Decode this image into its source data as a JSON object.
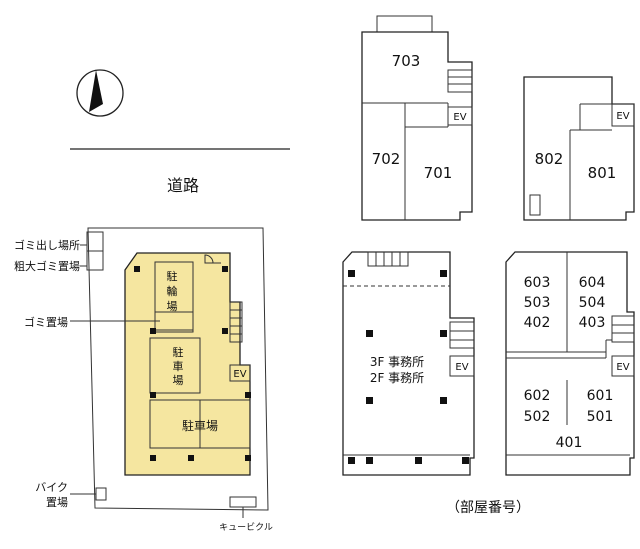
{
  "compass": {
    "label": ""
  },
  "site": {
    "road_label": "道路",
    "trash_out_label": "ゴミ出し場所",
    "bulky_trash_label": "粗大ゴミ置場",
    "trash_label": "ゴミ置場",
    "bike_label_1": "バイク",
    "bike_label_2": "置場",
    "cubicle_label": "キュービクル",
    "bicycle_parking": [
      "駐",
      "輪",
      "場"
    ],
    "parking_small": [
      "駐",
      "車",
      "場"
    ],
    "parking_large": "駐車場",
    "ev_label": "EV"
  },
  "floors": {
    "floor7": {
      "units": [
        "703",
        "702",
        "701"
      ],
      "ev": "EV"
    },
    "floor8": {
      "units": [
        "802",
        "801"
      ],
      "ev": "EV"
    },
    "floor23": {
      "offices": [
        "3F 事務所",
        "2F 事務所"
      ],
      "ev": "EV"
    },
    "floor456": {
      "left_top": [
        "603",
        "503",
        "402"
      ],
      "right_top": [
        "604",
        "504",
        "403"
      ],
      "left_bottom": [
        "602",
        "502"
      ],
      "right_bottom": [
        "601",
        "501"
      ],
      "bottom": "401",
      "ev": "EV"
    }
  },
  "caption": "（部屋番号）",
  "colors": {
    "highlight": "#f5e6a0",
    "line": "#222222"
  }
}
